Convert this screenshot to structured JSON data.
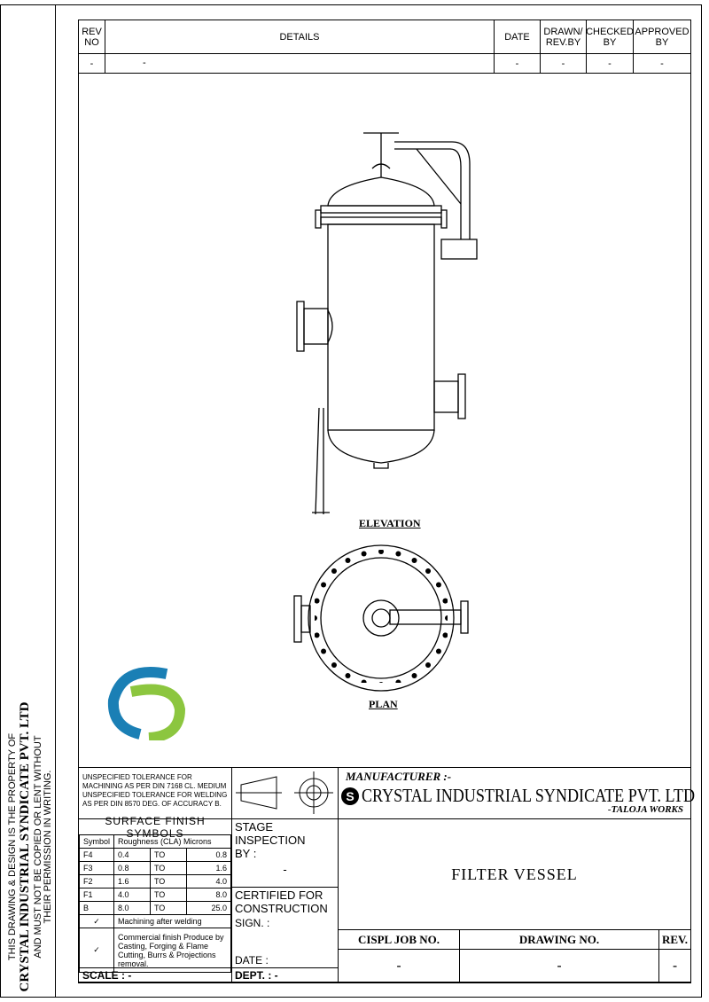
{
  "property_notice": {
    "line1": "THIS DRAWING & DESIGN IS THE PROPERTY OF",
    "company": "CRYSTAL INDUSTRIAL SYNDICATE PVT. LTD",
    "line3": "AND MUST NOT BE COPIED OR LENT WITHOUT",
    "line4": "THEIR PERMISSION IN WRITING."
  },
  "revision_table": {
    "headers": [
      "REV NO",
      "DETAILS",
      "DATE",
      "DRAWN/ REV.BY",
      "CHECKED BY",
      "APPROVED BY"
    ],
    "row": [
      "-",
      "-",
      "-",
      "-",
      "-",
      "-"
    ]
  },
  "views": {
    "elevation": "ELEVATION",
    "plan": "PLAN"
  },
  "tolerance": {
    "text1": "UNSPECIFIED TOLERANCE FOR MACHINING AS PER DIN 7168 CL. MEDIUM",
    "text2": "UNSPECIFIED TOLERANCE FOR WELDING AS PER DIN 8570 DEG. OF ACCURACY B."
  },
  "surface_finish": {
    "title": "SURFACE FINISH SYMBOLS",
    "col_symbol": "Symbol",
    "col_rough": "Roughness (CLA) Microns",
    "rows": [
      {
        "sym": "F4",
        "from": "0.4",
        "to": "TO",
        "val": "0.8"
      },
      {
        "sym": "F3",
        "from": "0.8",
        "to": "TO",
        "val": "1.6"
      },
      {
        "sym": "F2",
        "from": "1.6",
        "to": "TO",
        "val": "4.0"
      },
      {
        "sym": "F1",
        "from": "4.0",
        "to": "TO",
        "val": "8.0"
      },
      {
        "sym": "B",
        "from": "8.0",
        "to": "TO",
        "val": "25.0"
      }
    ],
    "machining": "Machining after welding",
    "commercial": "Commercial finish Produce by Casting, Forging & Flame Cutting, Burrs & Projections removal."
  },
  "scale": "SCALE : -",
  "stage": {
    "label": "STAGE INSPECTION BY :",
    "value": "-"
  },
  "certified": {
    "label": "CERTIFIED FOR CONSTRUCTION",
    "sign": "SIGN. :",
    "date": "DATE :"
  },
  "dept": "DEPT. : -",
  "manufacturer": {
    "label": "MANUFACTURER :-",
    "name": "CRYSTAL INDUSTRIAL SYNDICATE PVT. LTD",
    "works": "-TALOJA WORKS"
  },
  "title": "FILTER VESSEL",
  "footer": {
    "job_label": "CISPL JOB NO.",
    "drawing_label": "DRAWING NO.",
    "rev_label": "REV.",
    "job": "-",
    "drawing": "-",
    "rev": "-"
  }
}
